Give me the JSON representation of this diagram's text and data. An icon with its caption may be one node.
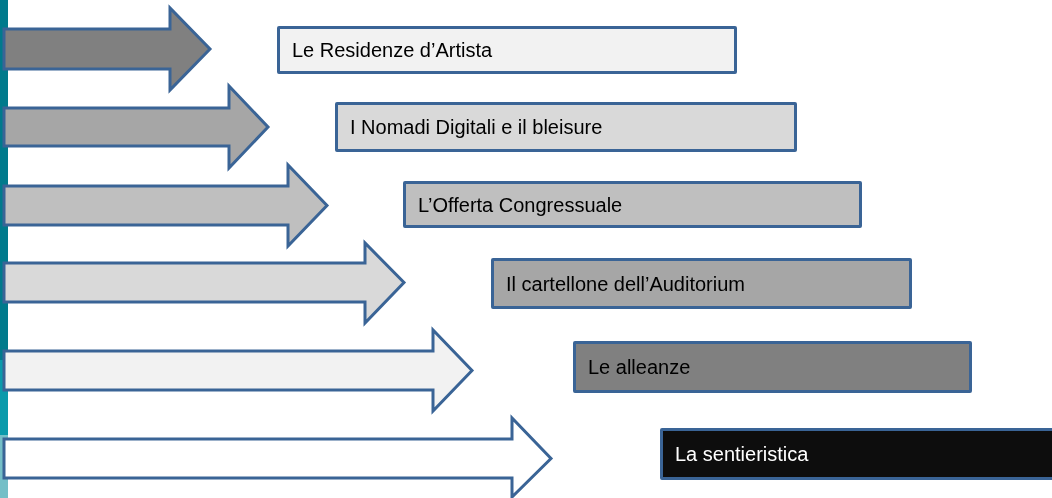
{
  "diagram": {
    "nodes": [
      {
        "text": [
          "Le Residenze d’Artista"
        ]
      },
      {
        "text": [
          "I Nomadi Digitali e il bleisure"
        ]
      },
      {
        "text": [
          "L’Offerta Congressuale"
        ]
      },
      {
        "text": [
          "Il cartellone dell’Auditorium"
        ]
      },
      {
        "text": [
          "Le alleanze"
        ]
      },
      {
        "text": [
          "La sentieristica"
        ]
      }
    ]
  }
}
